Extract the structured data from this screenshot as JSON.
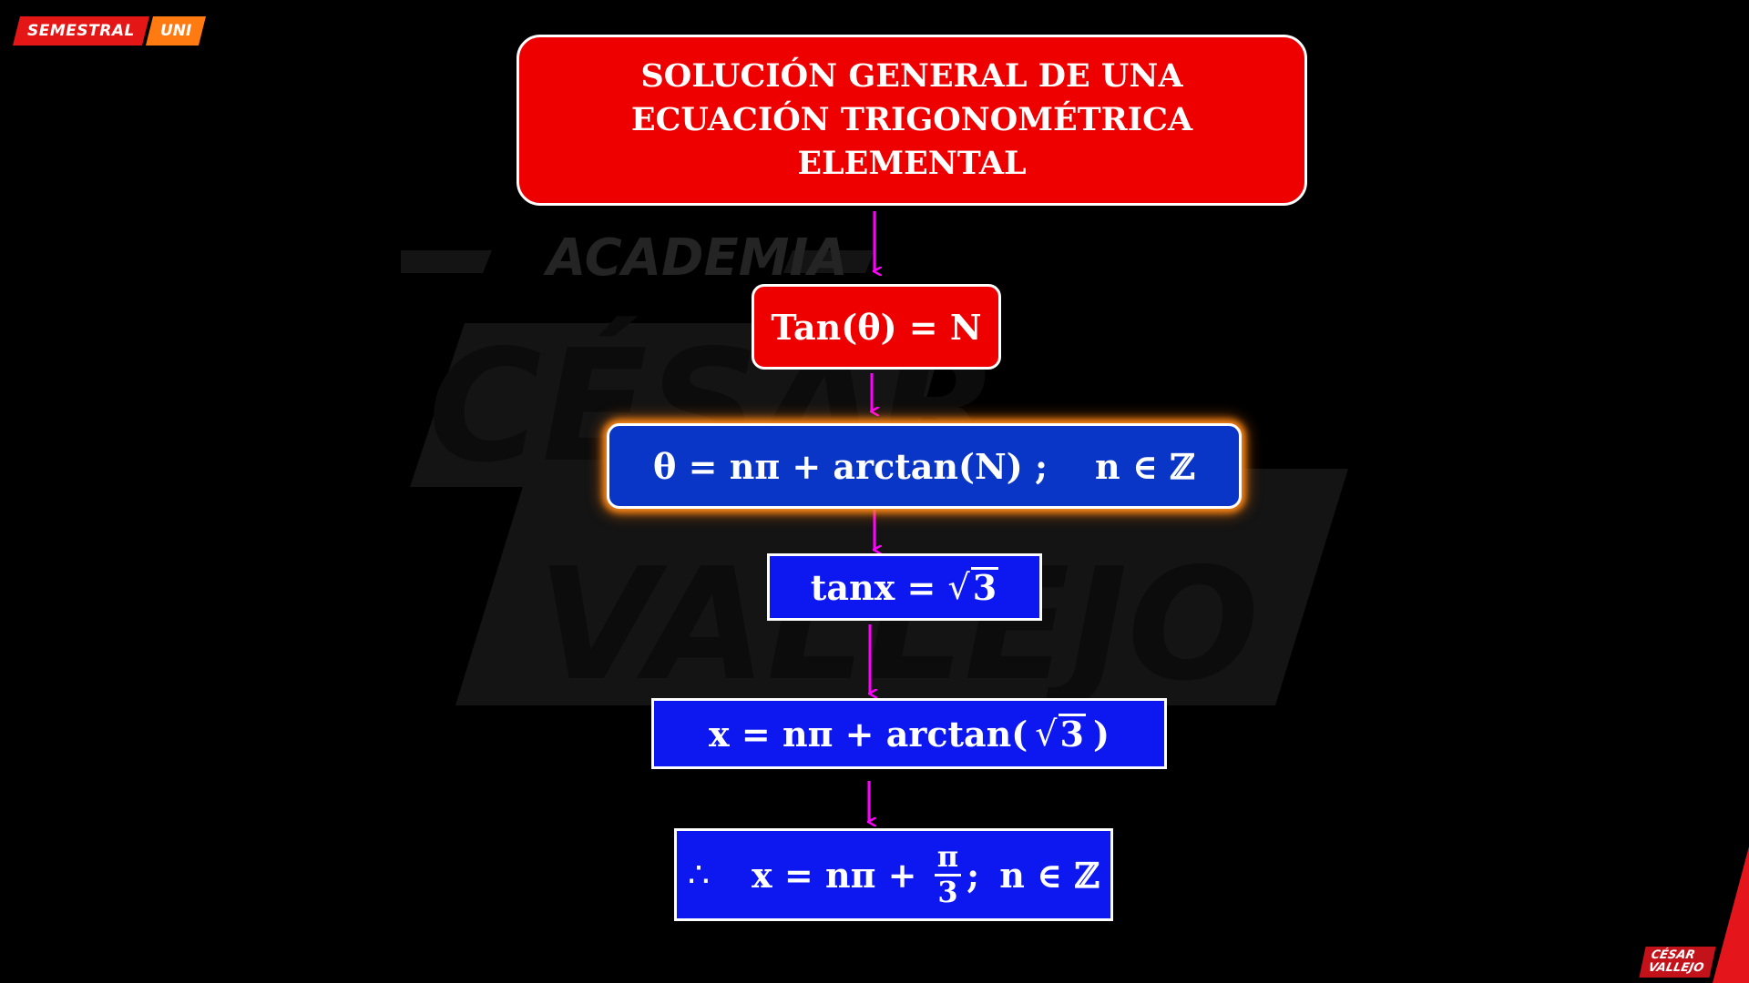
{
  "badge": {
    "part1": "SEMESTRAL",
    "part2": "UNI"
  },
  "watermark": {
    "line1": "ACADEMIA",
    "line2": "CÉSAR",
    "line3": "VALLEJO"
  },
  "title": {
    "line1": "SOLUCIÓN GENERAL DE UNA",
    "line2": "ECUACIÓN TRIGONOMÉTRICA ELEMENTAL"
  },
  "step1": {
    "text": "Tan(θ) = N"
  },
  "step2": {
    "formula": "θ = nπ + arctan(N) ;",
    "domain": "n ∈ ℤ"
  },
  "step3": {
    "lhs": "tanx = ",
    "radical": "√",
    "radicand": "3"
  },
  "step4": {
    "lhs": "x = nπ + arctan(",
    "radical": "√",
    "radicand": "3",
    "rhs": ")"
  },
  "step5": {
    "therefore": "∴",
    "lhs": "x = nπ + ",
    "frac_num": "π",
    "frac_den": "3",
    "sep": ";",
    "domain": "n ∈ ℤ"
  },
  "corner_logo": {
    "line1": "CÉSAR",
    "line2": "VALLEJO"
  },
  "colors": {
    "red_box": "#ee0000",
    "blue_box": "#0d18f0",
    "dark_blue_box": "#0a36c8",
    "glow": "#ff8a1a",
    "arrow": "#ff00ff"
  }
}
